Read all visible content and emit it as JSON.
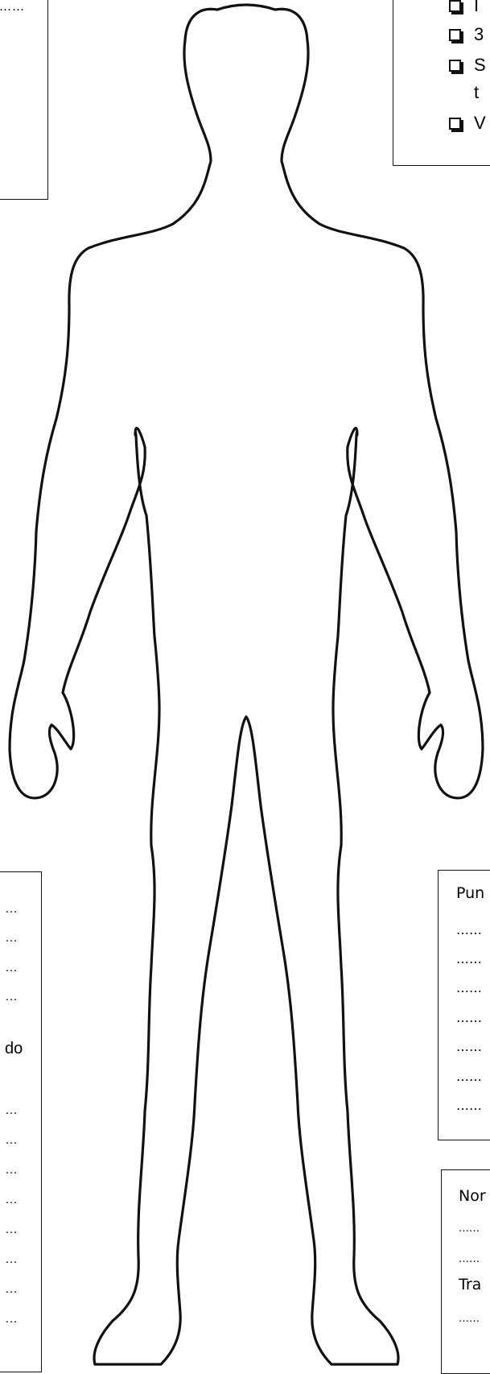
{
  "top_left_box": {
    "dots": "……"
  },
  "checklist": {
    "items": [
      {
        "label": "I"
      },
      {
        "label": "3"
      },
      {
        "label": "S"
      },
      {
        "label": "t"
      },
      {
        "label": "V"
      }
    ]
  },
  "bottom_left_box": {
    "lines": [
      "…",
      "…",
      "…",
      "…",
      "do",
      "…",
      "…",
      "…",
      "…",
      "…",
      "…",
      "…",
      "…"
    ]
  },
  "bottom_right_box_1": {
    "heading": "Pun",
    "lines": [
      "……",
      "……",
      "……",
      "……",
      "……",
      "……",
      "……"
    ]
  },
  "bottom_right_box_2": {
    "name_label": "Nor",
    "name_lines": [
      "……",
      "……"
    ],
    "treatment_label": "Tra",
    "treatment_lines": [
      "……"
    ]
  }
}
